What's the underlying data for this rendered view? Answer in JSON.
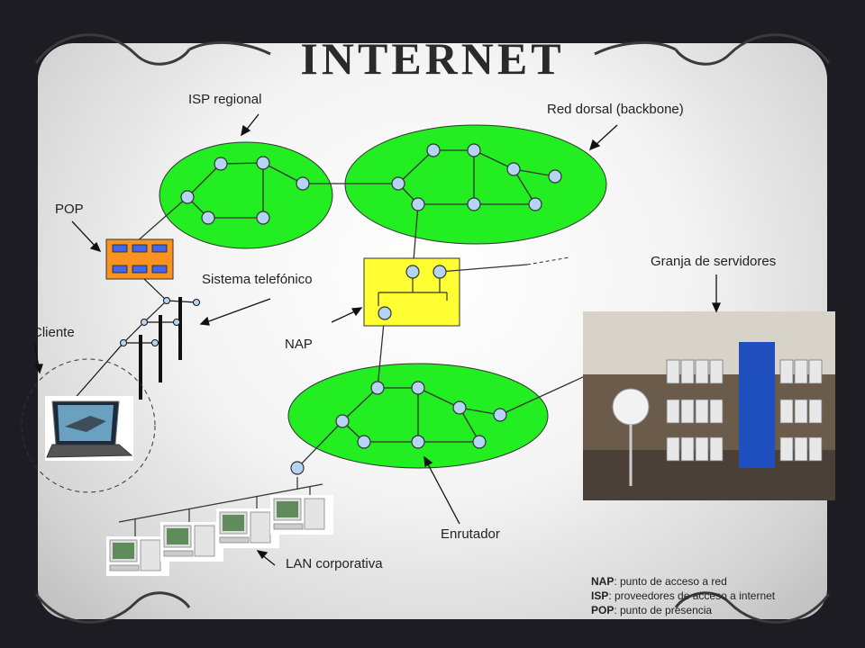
{
  "title": "INTERNET",
  "labels": {
    "isp_regional": "ISP regional",
    "backbone": "Red dorsal (backbone)",
    "pop": "POP",
    "sistema_telefonico": "Sistema telefónico",
    "granja_servidores": "Granja de servidores",
    "cliente": "Cliente",
    "nap": "NAP",
    "enrutador": "Enrutador",
    "lan": "LAN corporativa"
  },
  "legend": [
    {
      "abbr": "NAP",
      "text": ": punto de acceso a red"
    },
    {
      "abbr": "ISP",
      "text": ": proveedores de acceso a internet"
    },
    {
      "abbr": "POP",
      "text": ": punto de presencia"
    }
  ],
  "colors": {
    "network_green": "#22ee22",
    "router_node": "#b4d4f4",
    "nap_yellow": "#ffff33",
    "pop_orange": "#f7931e",
    "pop_window": "#4466ee",
    "background": "#1c1c22"
  }
}
